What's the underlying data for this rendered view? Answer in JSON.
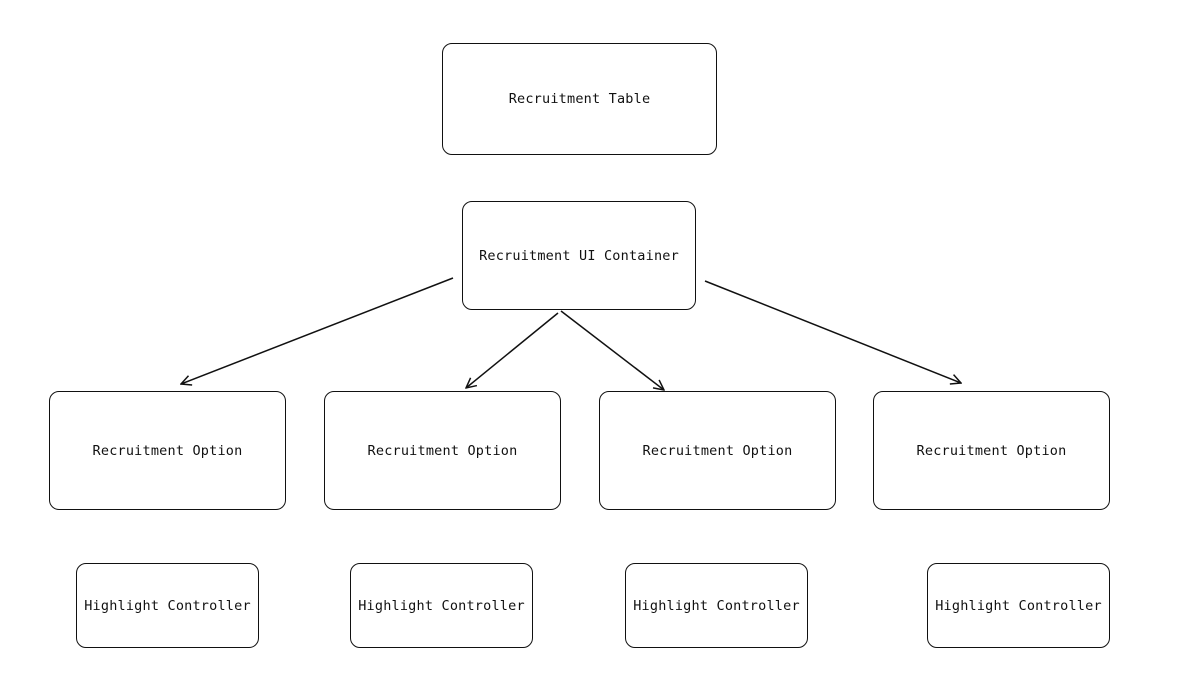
{
  "diagram": {
    "table": {
      "label": "Recruitment Table"
    },
    "container": {
      "label": "Recruitment UI Container"
    },
    "options": [
      {
        "label": "Recruitment Option"
      },
      {
        "label": "Recruitment Option"
      },
      {
        "label": "Recruitment Option"
      },
      {
        "label": "Recruitment Option"
      }
    ],
    "controllers": [
      {
        "label": "Highlight Controller"
      },
      {
        "label": "Highlight Controller"
      },
      {
        "label": "Highlight Controller"
      },
      {
        "label": "Highlight Controller"
      }
    ],
    "edges": [
      {
        "from": "container",
        "to": "options.0"
      },
      {
        "from": "container",
        "to": "options.1"
      },
      {
        "from": "container",
        "to": "options.2"
      },
      {
        "from": "container",
        "to": "options.3"
      }
    ],
    "colors": {
      "stroke": "#111111",
      "background": "#ffffff"
    }
  }
}
